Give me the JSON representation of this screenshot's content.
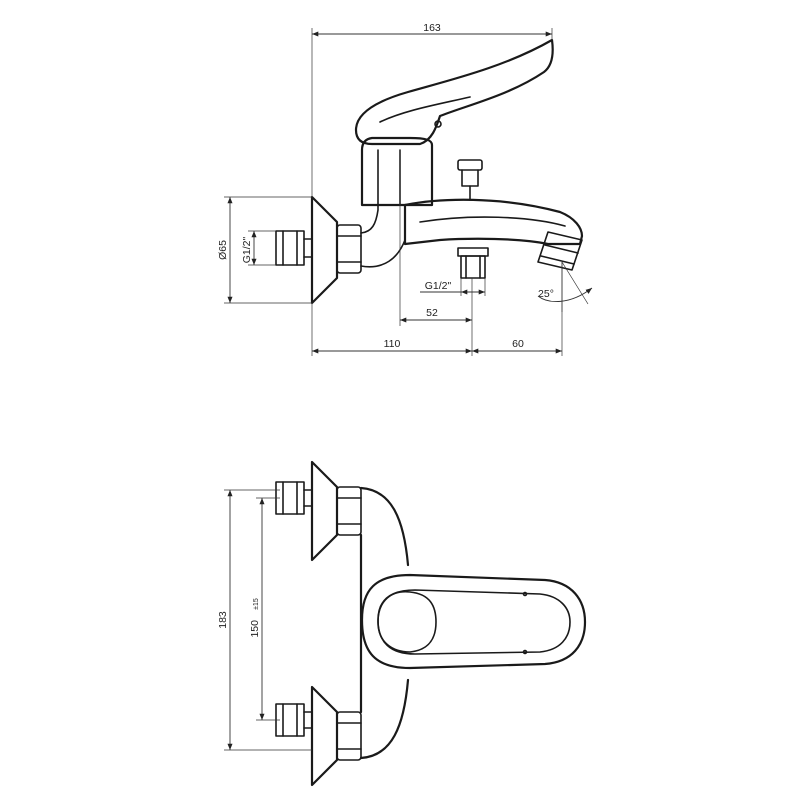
{
  "side_view": {
    "overall_width": "163",
    "rosette_diameter": "Ø65",
    "inlet_thread": "G1/2\"",
    "outlet_thread": "G1/2\"",
    "outlet_offset": "52",
    "body_depth": "110",
    "spout_reach": "60",
    "spout_angle": "25°"
  },
  "front_view": {
    "overall_height": "183",
    "inlet_spacing": "150",
    "inlet_spacing_tolerance": "±15"
  }
}
